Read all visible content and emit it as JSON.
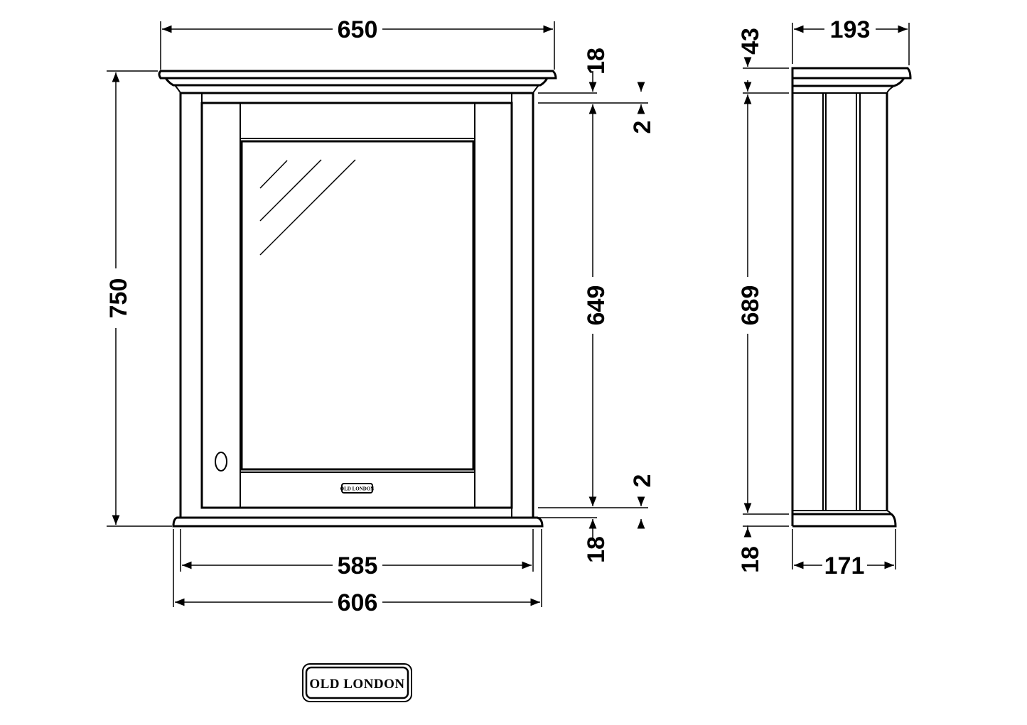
{
  "dimensions": {
    "overall_width": "650",
    "overall_height": "750",
    "cornice_height": "18",
    "door_gap_top": "2",
    "door_height": "649",
    "door_gap_bottom": "2",
    "plinth_height": "18",
    "body_width": "585",
    "plinth_width": "606",
    "side_cornice_height": "43",
    "side_top_depth": "193",
    "side_body_height": "689",
    "side_plinth_height": "18",
    "side_bottom_depth": "171"
  },
  "brand": {
    "logo_text": "OLD LONDON",
    "door_plaque_text": "OLD LONDON"
  }
}
